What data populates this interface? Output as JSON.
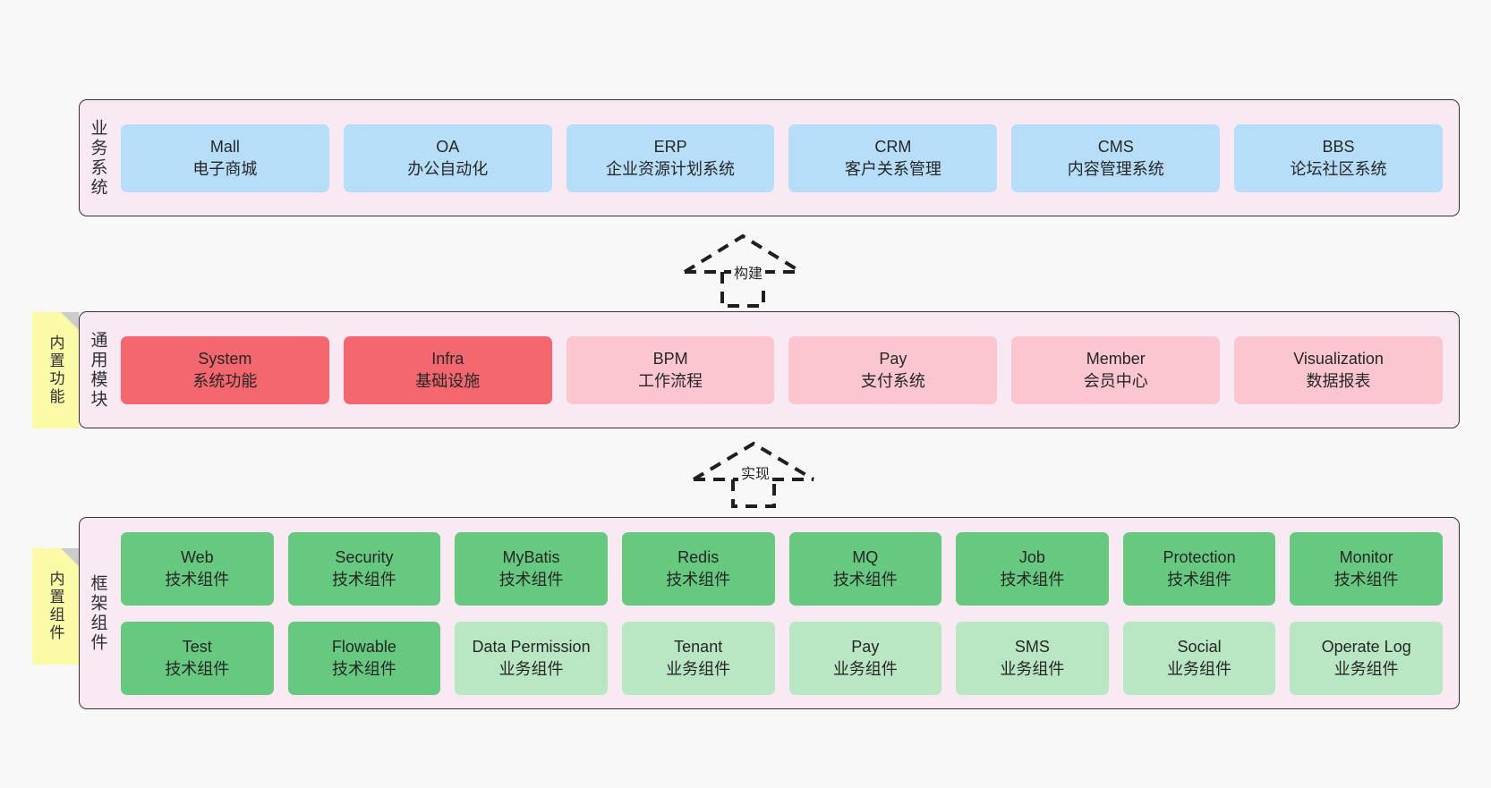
{
  "diagram": {
    "background_color": "#f8f8f8",
    "panel_fill": "#f8e9f3",
    "panel_border": "#3a3038"
  },
  "layers": {
    "business": {
      "label": "业务系统",
      "card_color": "#b6def8",
      "cards": [
        {
          "en": "Mall",
          "cn": "电子商城"
        },
        {
          "en": "OA",
          "cn": "办公自动化"
        },
        {
          "en": "ERP",
          "cn": "企业资源计划系统"
        },
        {
          "en": "CRM",
          "cn": "客户关系管理"
        },
        {
          "en": "CMS",
          "cn": "内容管理系统"
        },
        {
          "en": "BBS",
          "cn": "论坛社区系统"
        }
      ]
    },
    "modules": {
      "label": "通用模块",
      "card_color": "#fbc6cf",
      "highlight_color": "#f4676e",
      "cards": [
        {
          "en": "System",
          "cn": "系统功能"
        },
        {
          "en": "Infra",
          "cn": "基础设施"
        },
        {
          "en": "BPM",
          "cn": "工作流程"
        },
        {
          "en": "Pay",
          "cn": "支付系统"
        },
        {
          "en": "Member",
          "cn": "会员中心"
        },
        {
          "en": "Visualization",
          "cn": "数据报表"
        }
      ]
    },
    "framework": {
      "label": "框架组件",
      "tech_color": "#66c97f",
      "biz_color": "#b9e6c3",
      "row1": [
        {
          "en": "Web",
          "cn": "技术组件"
        },
        {
          "en": "Security",
          "cn": "技术组件"
        },
        {
          "en": "MyBatis",
          "cn": "技术组件"
        },
        {
          "en": "Redis",
          "cn": "技术组件"
        },
        {
          "en": "MQ",
          "cn": "技术组件"
        },
        {
          "en": "Job",
          "cn": "技术组件"
        },
        {
          "en": "Protection",
          "cn": "技术组件"
        },
        {
          "en": "Monitor",
          "cn": "技术组件"
        }
      ],
      "row2": [
        {
          "en": "Test",
          "cn": "技术组件"
        },
        {
          "en": "Flowable",
          "cn": "技术组件"
        },
        {
          "en": "Data Permission",
          "cn": "业务组件"
        },
        {
          "en": "Tenant",
          "cn": "业务组件"
        },
        {
          "en": "Pay",
          "cn": "业务组件"
        },
        {
          "en": "SMS",
          "cn": "业务组件"
        },
        {
          "en": "Social",
          "cn": "业务组件"
        },
        {
          "en": "Operate Log",
          "cn": "业务组件"
        }
      ]
    }
  },
  "notes": [
    {
      "text": "内置功能",
      "color": "#fbfaa6"
    },
    {
      "text": "内置组件",
      "color": "#fbfaa6"
    }
  ],
  "connectors": [
    {
      "label": "构建",
      "style": "dashed-generalization",
      "direction": "up"
    },
    {
      "label": "实现",
      "style": "dashed-generalization",
      "direction": "up"
    }
  ]
}
